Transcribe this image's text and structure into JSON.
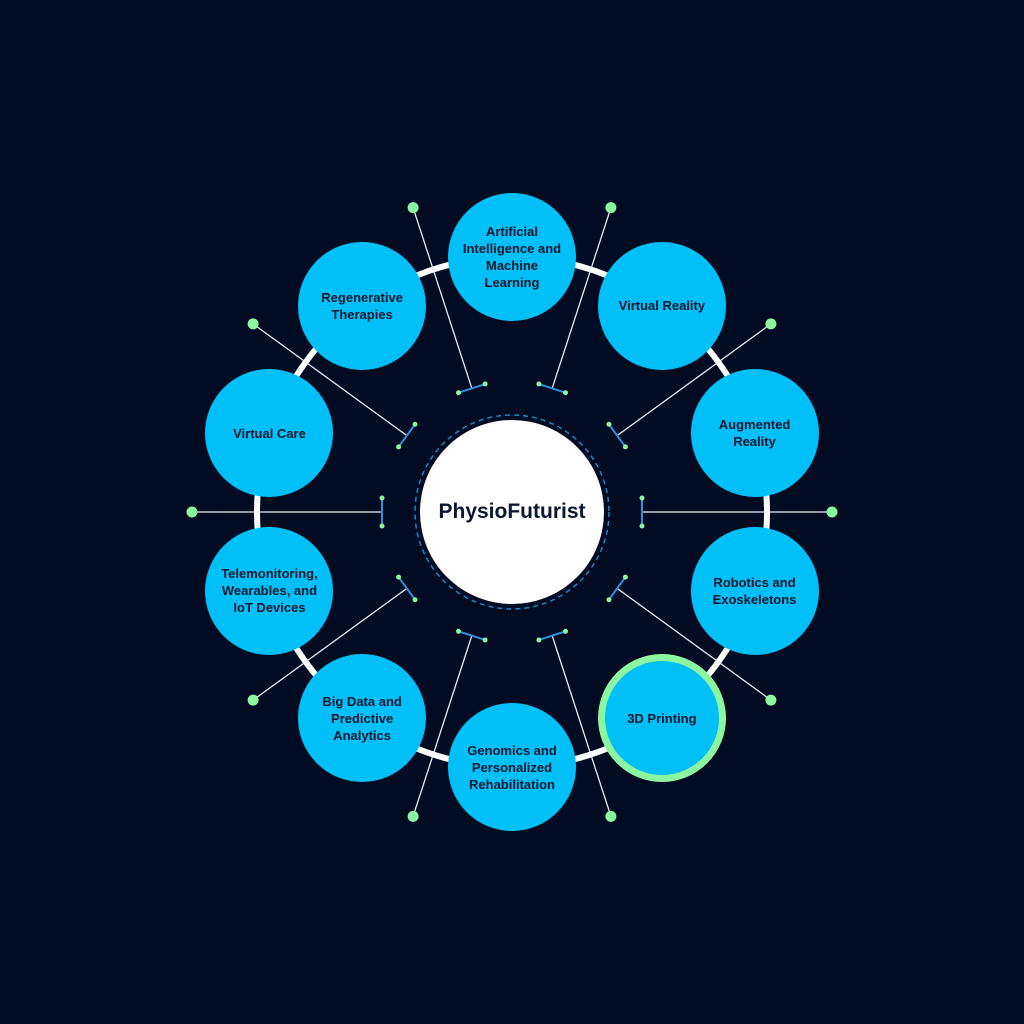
{
  "diagram": {
    "center_title": "PhysioFuturist",
    "accent_color": "#00c0f7",
    "highlight_color": "#8cf5a0",
    "background_color": "#010b22",
    "nodes": [
      {
        "label": "Artificial\nIntelligence and\nMachine\nLearning",
        "highlighted": false
      },
      {
        "label": "Virtual Reality",
        "highlighted": false
      },
      {
        "label": "Augmented\nReality",
        "highlighted": false
      },
      {
        "label": "Robotics and\nExoskeletons",
        "highlighted": false
      },
      {
        "label": "3D Printing",
        "highlighted": true
      },
      {
        "label": "Genomics and\nPersonalized\nRehabilitation",
        "highlighted": false
      },
      {
        "label": "Big Data and\nPredictive\nAnalytics",
        "highlighted": false
      },
      {
        "label": "Telemonitoring,\nWearables, and\nIoT Devices",
        "highlighted": false
      },
      {
        "label": "Virtual Care",
        "highlighted": false
      },
      {
        "label": "Regenerative\nTherapies",
        "highlighted": false
      }
    ]
  }
}
